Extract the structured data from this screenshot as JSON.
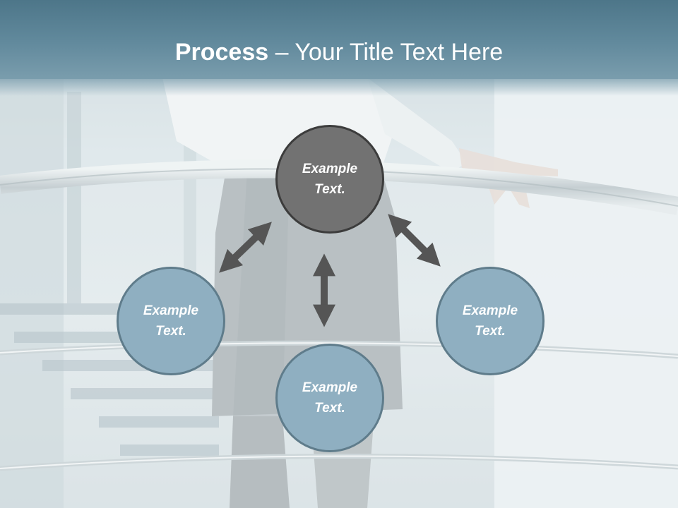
{
  "title": {
    "bold": "Process",
    "rest": " – Your Title Text Here"
  },
  "nodes": {
    "top": {
      "line1": "Example",
      "line2": "Text."
    },
    "left": {
      "line1": "Example",
      "line2": "Text."
    },
    "bottom": {
      "line1": "Example",
      "line2": "Text."
    },
    "right": {
      "line1": "Example",
      "line2": "Text."
    }
  },
  "colors": {
    "title_bar": "#5e879b",
    "center_node": "#727272",
    "outer_node": "#8fafc1",
    "arrow": "#555555"
  }
}
